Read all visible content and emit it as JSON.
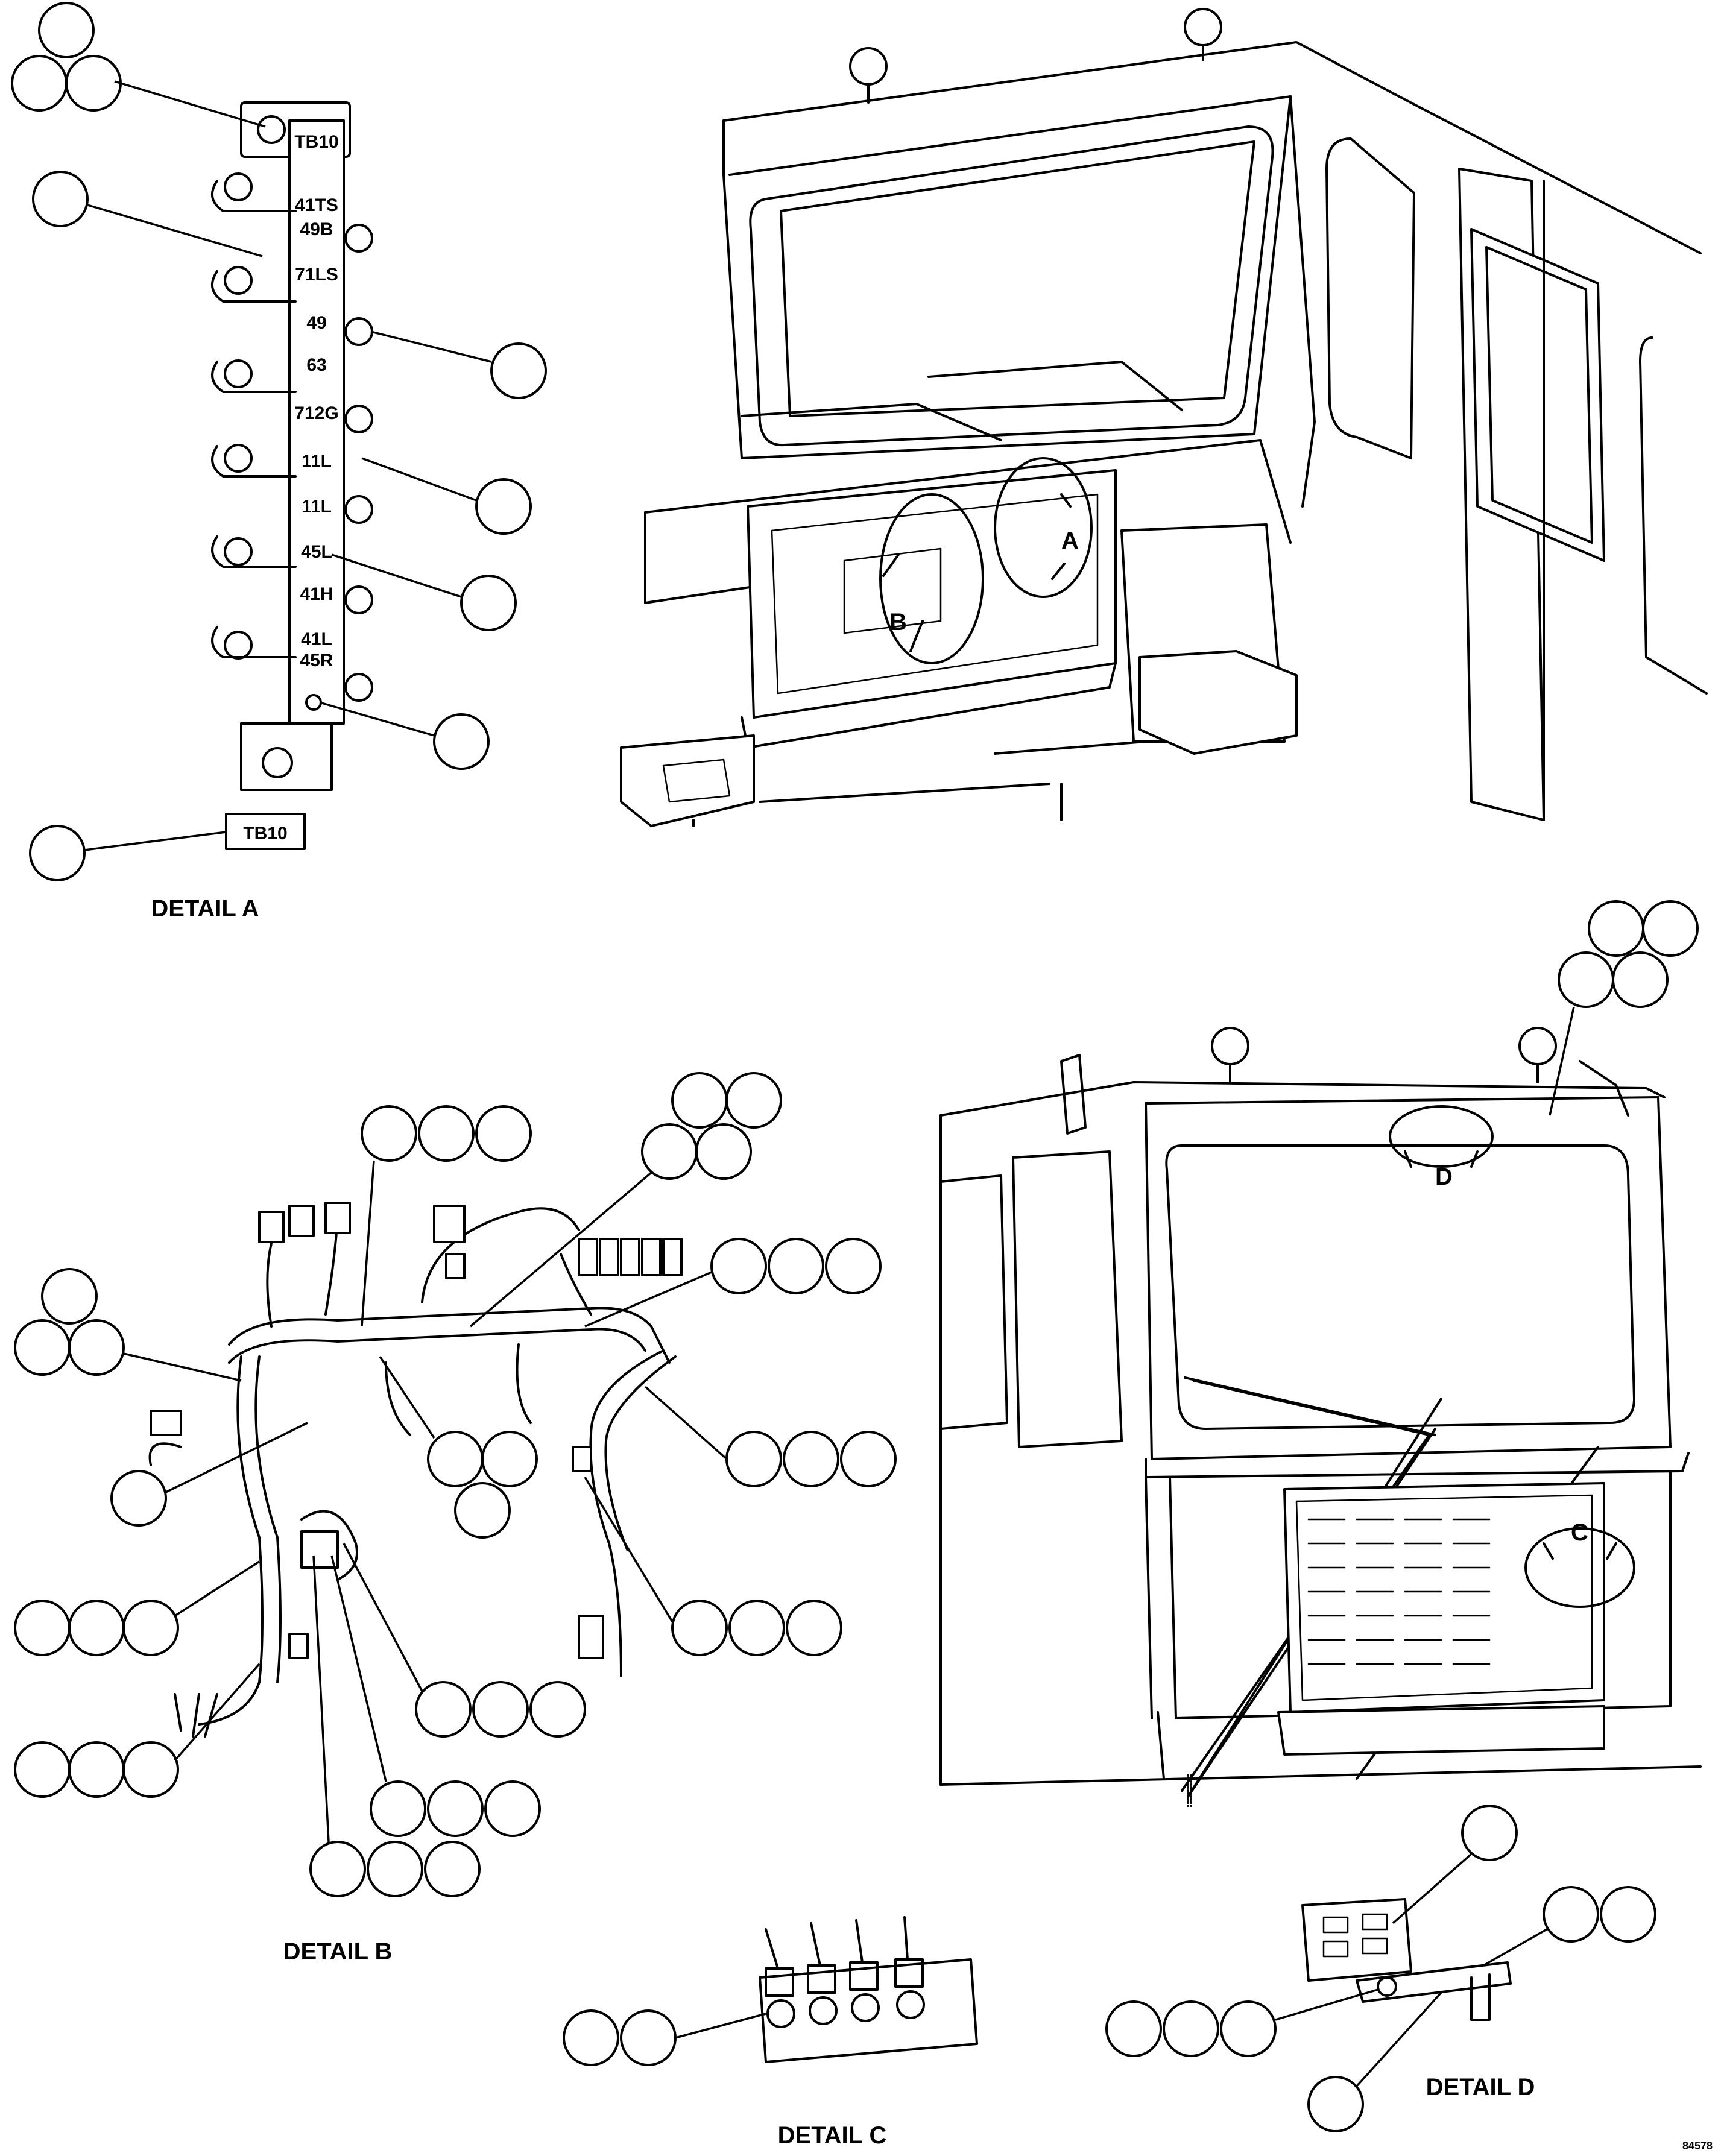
{
  "terminal_block": {
    "title": "TB10",
    "terminals": [
      "41TS",
      "49B",
      "71LS",
      "49",
      "63",
      "712G",
      "11L",
      "11L",
      "45L",
      "41H",
      "41L",
      "45R"
    ],
    "tag_label": "TB10"
  },
  "detail_markers": {
    "a": "A",
    "b": "B",
    "c": "C",
    "d": "D"
  },
  "captions": {
    "detail_a": "DETAIL A",
    "detail_b": "DETAIL B",
    "detail_c": "DETAIL C",
    "detail_d": "DETAIL D"
  },
  "figure_id": "84578"
}
